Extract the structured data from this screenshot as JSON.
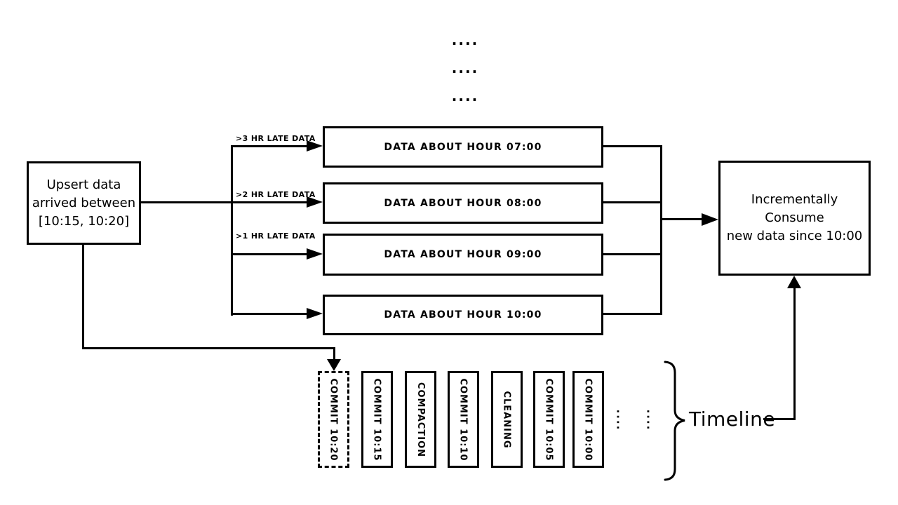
{
  "colors": {
    "ink": "#000000",
    "paper": "#ffffff"
  },
  "top_ellipsis": {
    "rows": [
      "....",
      "....",
      "...."
    ]
  },
  "upsert_box": {
    "line1": "Upsert data",
    "line2": "arrived between",
    "line3": "[10:15, 10:20]"
  },
  "late_labels": {
    "hr3": ">3 HR LATE DATA",
    "hr2": ">2 HR LATE DATA",
    "hr1": ">1 HR LATE DATA"
  },
  "hour_boxes": {
    "h07": "DATA ABOUT HOUR 07:00",
    "h08": "DATA ABOUT HOUR 08:00",
    "h09": "DATA ABOUT HOUR 09:00",
    "h10": "DATA ABOUT HOUR 10:00"
  },
  "consume_box": {
    "line1": "Incrementally Consume",
    "line2": "new data since 10:00"
  },
  "timeline": {
    "label": "Timeline",
    "events": [
      {
        "label": "COMMIT  10:20",
        "style": "dashed"
      },
      {
        "label": "COMMIT  10:15",
        "style": "solid"
      },
      {
        "label": "COMPACTION",
        "style": "solid"
      },
      {
        "label": "COMMIT  10:10",
        "style": "solid"
      },
      {
        "label": "CLEANING",
        "style": "solid"
      },
      {
        "label": "COMMIT  10:05",
        "style": "solid"
      },
      {
        "label": "COMMIT  10:00",
        "style": "solid"
      }
    ],
    "ellipsis": [
      "....",
      "...."
    ]
  }
}
